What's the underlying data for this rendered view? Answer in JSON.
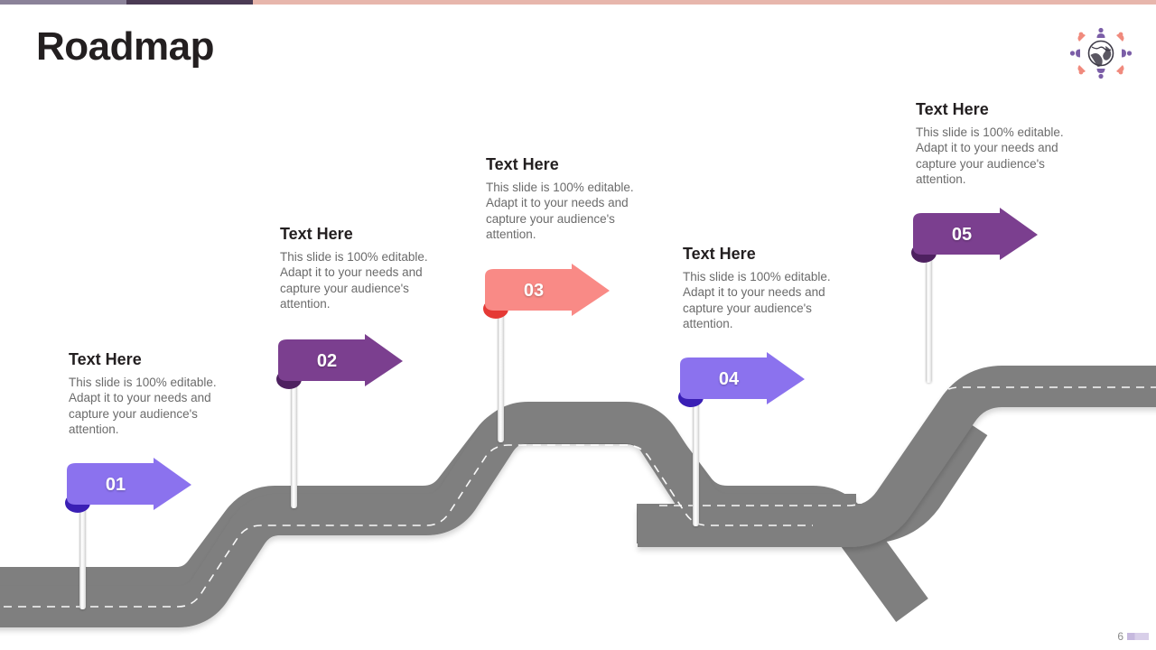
{
  "slide": {
    "title": "Roadmap",
    "page_number": "6"
  },
  "topbar": {
    "segments": [
      {
        "name": "segment-grayish-purple",
        "color": "#8b8299"
      },
      {
        "name": "segment-dark-purple",
        "color": "#4b3b54"
      },
      {
        "name": "segment-salmon",
        "color": "#e7b6ac"
      }
    ]
  },
  "logo": {
    "name": "globe-people-logo",
    "globe_color": "#3d3a47",
    "accent_purple": "#7b5ea7",
    "accent_salmon": "#f08a7d"
  },
  "road": {
    "color": "#7f7f7f",
    "shadow_color": "#6f6f6f",
    "dash_color": "#ffffff"
  },
  "milestones": [
    {
      "id": "01",
      "number": "01",
      "heading": "Text Here",
      "body": "This slide is 100% editable. Adapt it to your needs and capture your audience's attention.",
      "flag_color": "#8b72ee",
      "fold_color": "#3a1fb5"
    },
    {
      "id": "02",
      "number": "02",
      "heading": "Text Here",
      "body": "This slide is 100% editable. Adapt it to your needs and capture your audience's attention.",
      "flag_color": "#7b3f8f",
      "fold_color": "#4e2160"
    },
    {
      "id": "03",
      "number": "03",
      "heading": "Text Here",
      "body": "This slide is 100% editable. Adapt it to your needs and capture your audience's attention.",
      "flag_color": "#f98a86",
      "fold_color": "#e53935"
    },
    {
      "id": "04",
      "number": "04",
      "heading": "Text Here",
      "body": "This slide is 100% editable. Adapt it to your needs and capture your audience's attention.",
      "flag_color": "#8b72ee",
      "fold_color": "#3a1fb5"
    },
    {
      "id": "05",
      "number": "05",
      "heading": "Text Here",
      "body": "This slide is 100% editable. Adapt it to your needs and capture your audience's attention.",
      "flag_color": "#7b3f8f",
      "fold_color": "#4e2160"
    }
  ]
}
